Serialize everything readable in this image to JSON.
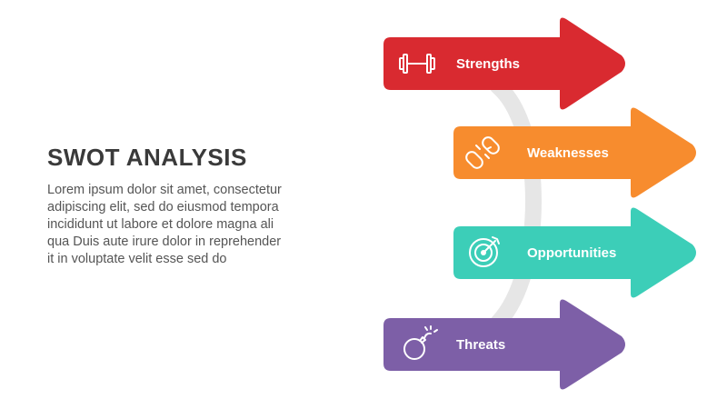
{
  "title": "SWOT ANALYSIS",
  "description_lines": [
    "Lorem ipsum dolor sit amet, consectetur",
    "adipiscing elit, sed do eiusmod tempora",
    "incididunt ut labore et dolore magna ali",
    "qua Duis aute irure dolor in reprehender",
    "it in voluptate velit esse sed do"
  ],
  "items": [
    {
      "label": "Strengths",
      "icon": "dumbbell-icon",
      "color": "#d92a30"
    },
    {
      "label": "Weaknesses",
      "icon": "broken-chain-icon",
      "color": "#f78c2e"
    },
    {
      "label": "Opportunities",
      "icon": "target-icon",
      "color": "#3cceb8"
    },
    {
      "label": "Threats",
      "icon": "bomb-icon",
      "color": "#7d5fa7"
    }
  ],
  "connector_color": "#e6e6e6"
}
